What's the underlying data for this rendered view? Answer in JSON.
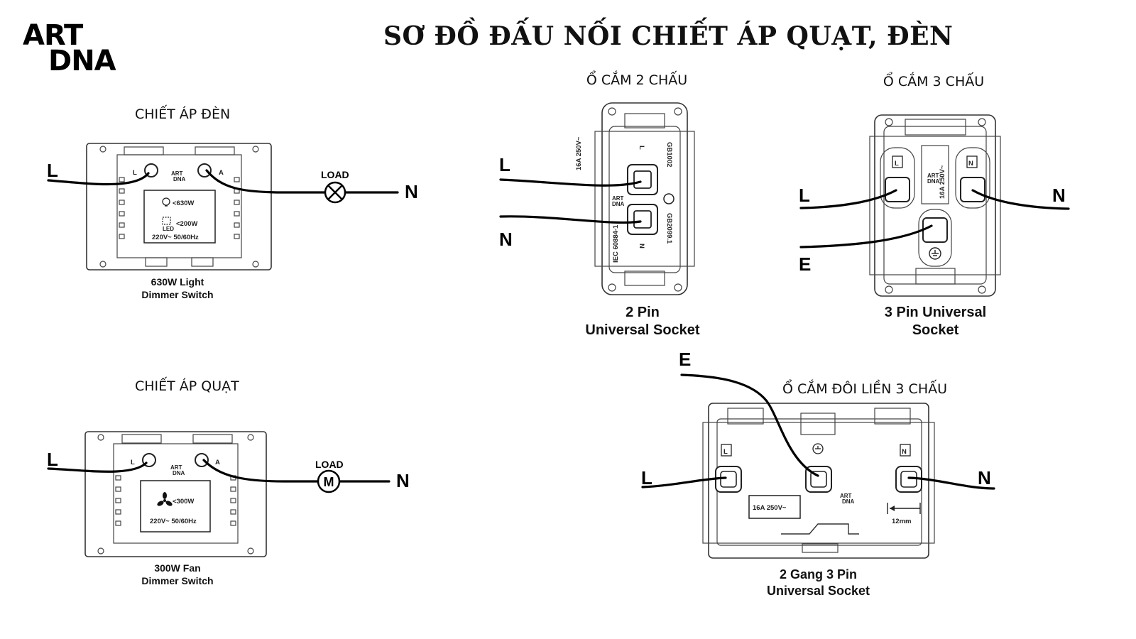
{
  "logo": {
    "line1": "ART",
    "line2": "DNA"
  },
  "title": "SƠ ĐỒ ĐẤU NỐI CHIẾT ÁP QUẠT, ĐÈN",
  "light_dimmer": {
    "heading": "CHIẾT ÁP ĐÈN",
    "wire_l": "L",
    "wire_n": "N",
    "load_label": "LOAD",
    "terminal_l": "L",
    "terminal_a": "A",
    "mini_logo_1": "ART",
    "mini_logo_2": "DNA",
    "rating_bulb": "<630W",
    "rating_led": "<200W",
    "led_text": "LED",
    "voltage": "220V~  50/60Hz",
    "caption_line1": "630W Light",
    "caption_line2": "Dimmer Switch"
  },
  "fan_dimmer": {
    "heading": "CHIẾT ÁP QUẠT",
    "wire_l": "L",
    "wire_n": "N",
    "load_label": "LOAD",
    "motor_symbol": "M",
    "terminal_l": "L",
    "terminal_a": "A",
    "mini_logo_1": "ART",
    "mini_logo_2": "DNA",
    "rating_fan": "<300W",
    "voltage": "220V~  50/60Hz",
    "caption_line1": "300W Fan",
    "caption_line2": "Dimmer Switch"
  },
  "socket_2pin": {
    "heading": "Ổ CẮM 2 CHẤU",
    "wire_l": "L",
    "wire_n": "N",
    "terminal_l": "L",
    "terminal_n": "N",
    "rating": "16A 250V~",
    "code_right": "GB1002",
    "code_left": "IEC 60884-1",
    "code_bottom": "GB2099.1",
    "mini_logo_1": "ART",
    "mini_logo_2": "DNA",
    "caption_line1": "2 Pin",
    "caption_line2": "Universal Socket"
  },
  "socket_3pin": {
    "heading": "Ổ CẮM 3 CHẤU",
    "wire_l": "L",
    "wire_n": "N",
    "wire_e": "E",
    "terminal_l": "L",
    "terminal_n": "N",
    "rating": "16A 250V~",
    "mini_logo_1": "ART",
    "mini_logo_2": "DNA",
    "caption_line1": "3 Pin Universal",
    "caption_line2": "Socket"
  },
  "socket_double": {
    "heading": "Ổ CẮM ĐÔI LIỀN 3 CHẤU",
    "wire_l": "L",
    "wire_n": "N",
    "wire_e": "E",
    "terminal_l": "L",
    "terminal_n": "N",
    "rating": "16A 250V~",
    "strip_length": "12mm",
    "mini_logo_1": "ART",
    "mini_logo_2": "DNA",
    "caption_line1": "2 Gang 3 Pin",
    "caption_line2": "Universal  Socket"
  }
}
